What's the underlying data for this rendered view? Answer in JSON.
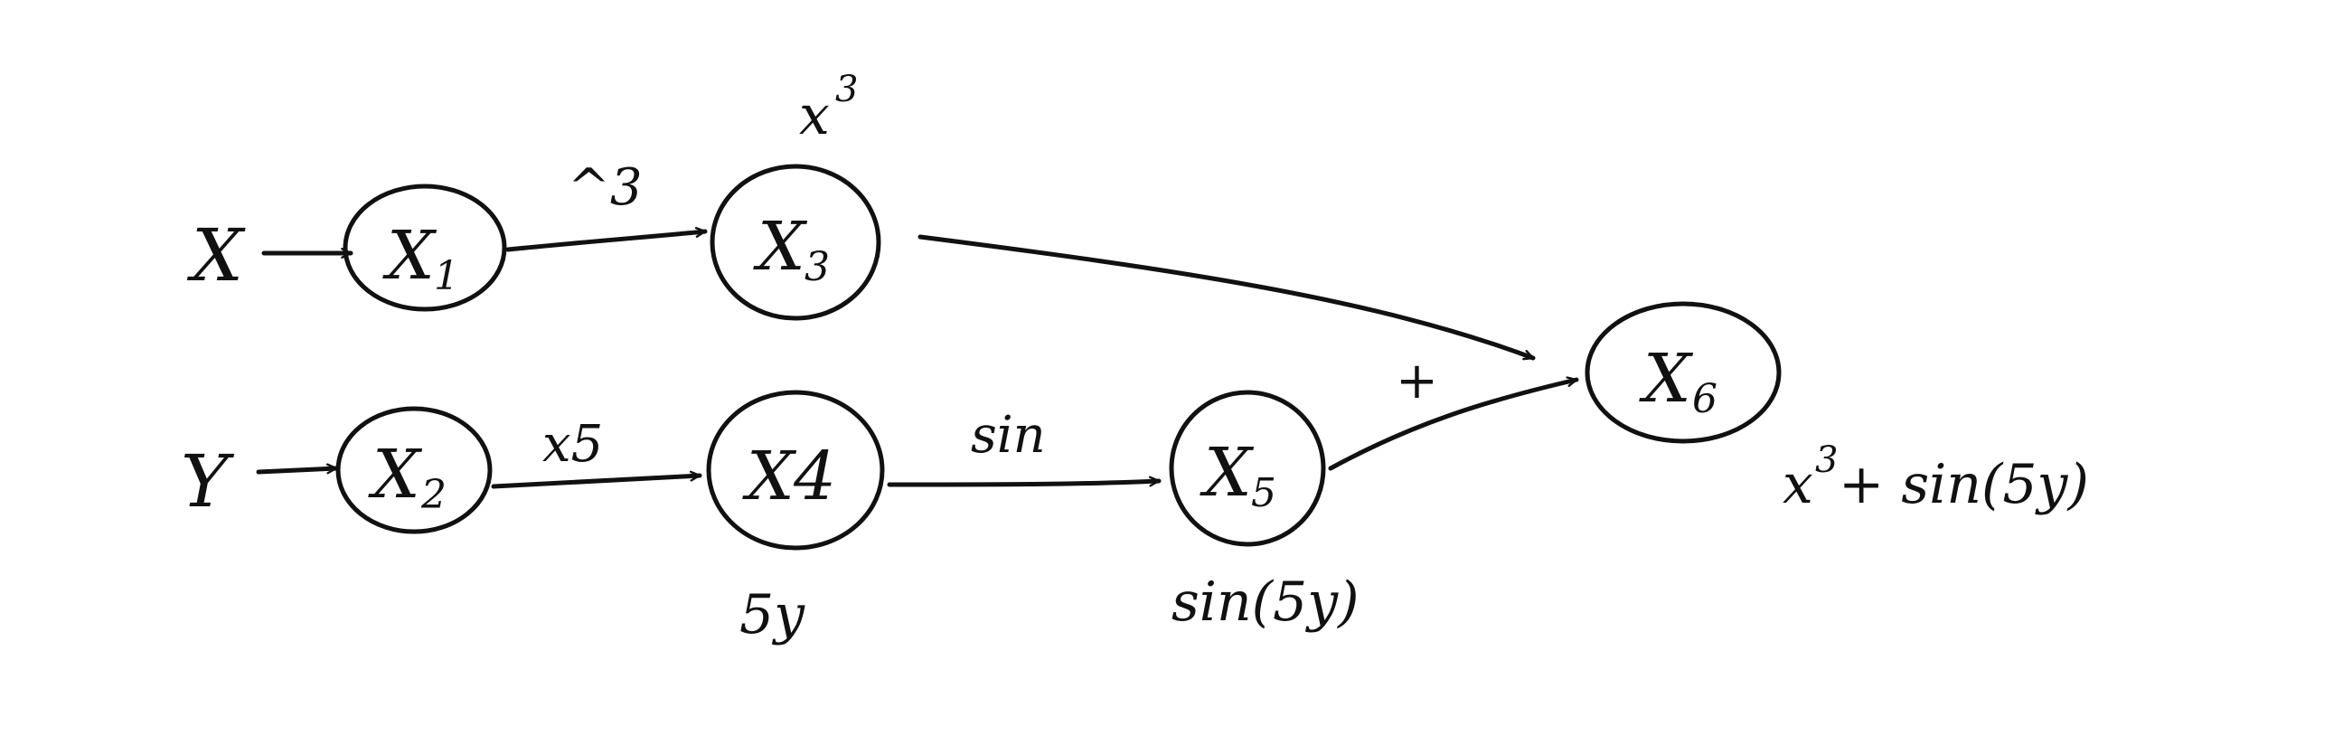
{
  "inputs": {
    "x_label": "X",
    "y_label": "Y"
  },
  "nodes": {
    "x1": {
      "letter": "X",
      "sub": "1"
    },
    "x2": {
      "letter": "X",
      "sub": "2"
    },
    "x3": {
      "letter": "X",
      "sub": "3"
    },
    "x4": {
      "letter": "X",
      "sub": "4"
    },
    "x5": {
      "letter": "X",
      "sub": "5"
    },
    "x6": {
      "letter": "X",
      "sub": "6"
    }
  },
  "edges": {
    "x1_x3": "^3",
    "x2_x4": "x5",
    "x4_x5": "sin",
    "merge": "+"
  },
  "values": {
    "x3": {
      "base": "x",
      "exp": "3"
    },
    "x4": "5y",
    "x5": "sin(5y)",
    "x6": {
      "base": "x",
      "exp": "3",
      "rest": "+ sin(5y)"
    }
  },
  "colors": {
    "ink": "#111111",
    "background": "#ffffff"
  }
}
